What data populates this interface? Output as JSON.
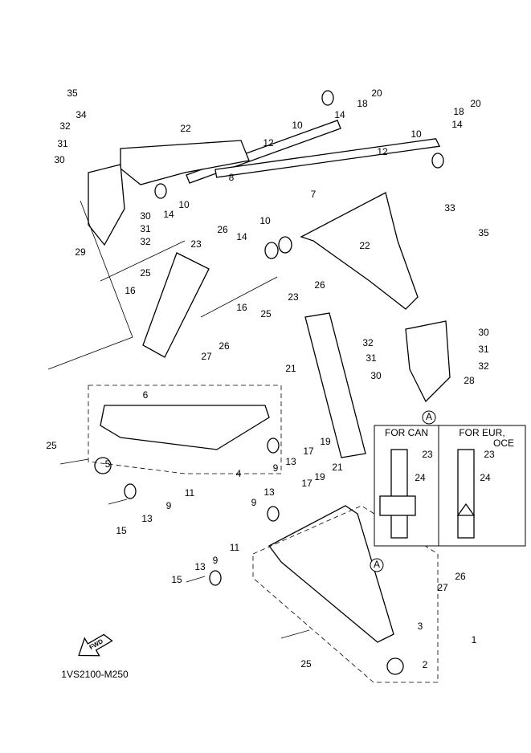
{
  "diagram_code": "1VS2100-M250",
  "fwd_label": "FWD",
  "reference_mark": "A",
  "inset": {
    "left_title": "FOR CAN",
    "right_title_line1": "FOR EUR,",
    "right_title_line2": "OCE",
    "left_labels": [
      "23",
      "24"
    ],
    "right_labels": [
      "23",
      "24"
    ]
  },
  "callouts": [
    "35",
    "34",
    "32",
    "31",
    "30",
    "22",
    "8",
    "12",
    "10",
    "14",
    "18",
    "20",
    "10",
    "14",
    "30",
    "31",
    "32",
    "29",
    "12",
    "10",
    "14",
    "18",
    "20",
    "7",
    "33",
    "35",
    "22",
    "10",
    "14",
    "26",
    "23",
    "25",
    "16",
    "16",
    "26",
    "23",
    "25",
    "32",
    "31",
    "30",
    "30",
    "31",
    "32",
    "28",
    "27",
    "26",
    "21",
    "6",
    "25",
    "5",
    "4",
    "9",
    "13",
    "17",
    "19",
    "11",
    "9",
    "13",
    "15",
    "21",
    "17",
    "19",
    "13",
    "9",
    "11",
    "9",
    "13",
    "15",
    "26",
    "27",
    "3",
    "1",
    "2",
    "25"
  ]
}
